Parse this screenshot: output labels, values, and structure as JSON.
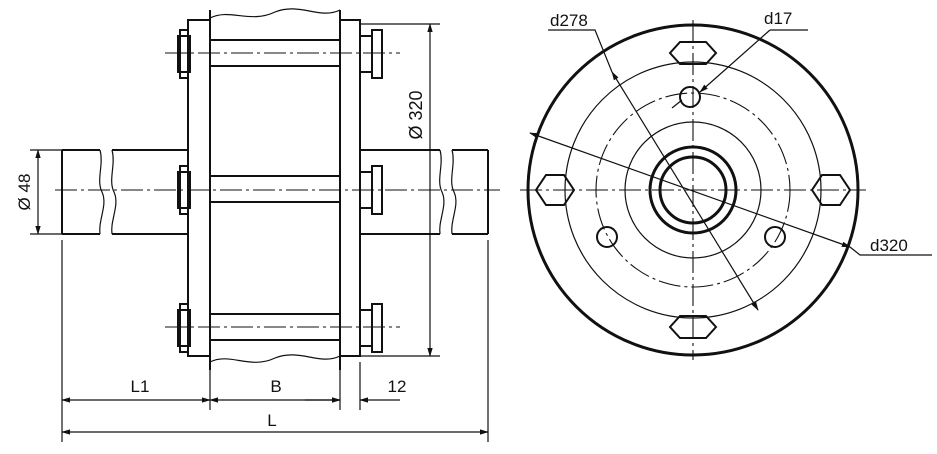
{
  "colors": {
    "ink": "#111111",
    "paper": "#ffffff"
  },
  "side_view": {
    "shaft_diameter_label": "Ø 48",
    "flange_diameter_label": "Ø 320",
    "dim_l1": "L1",
    "dim_b": "B",
    "dim_12": "12",
    "dim_l": "L"
  },
  "front_view": {
    "bolt_circle_label": "d278",
    "hole_label": "d17",
    "outer_diameter_label": "d320"
  }
}
